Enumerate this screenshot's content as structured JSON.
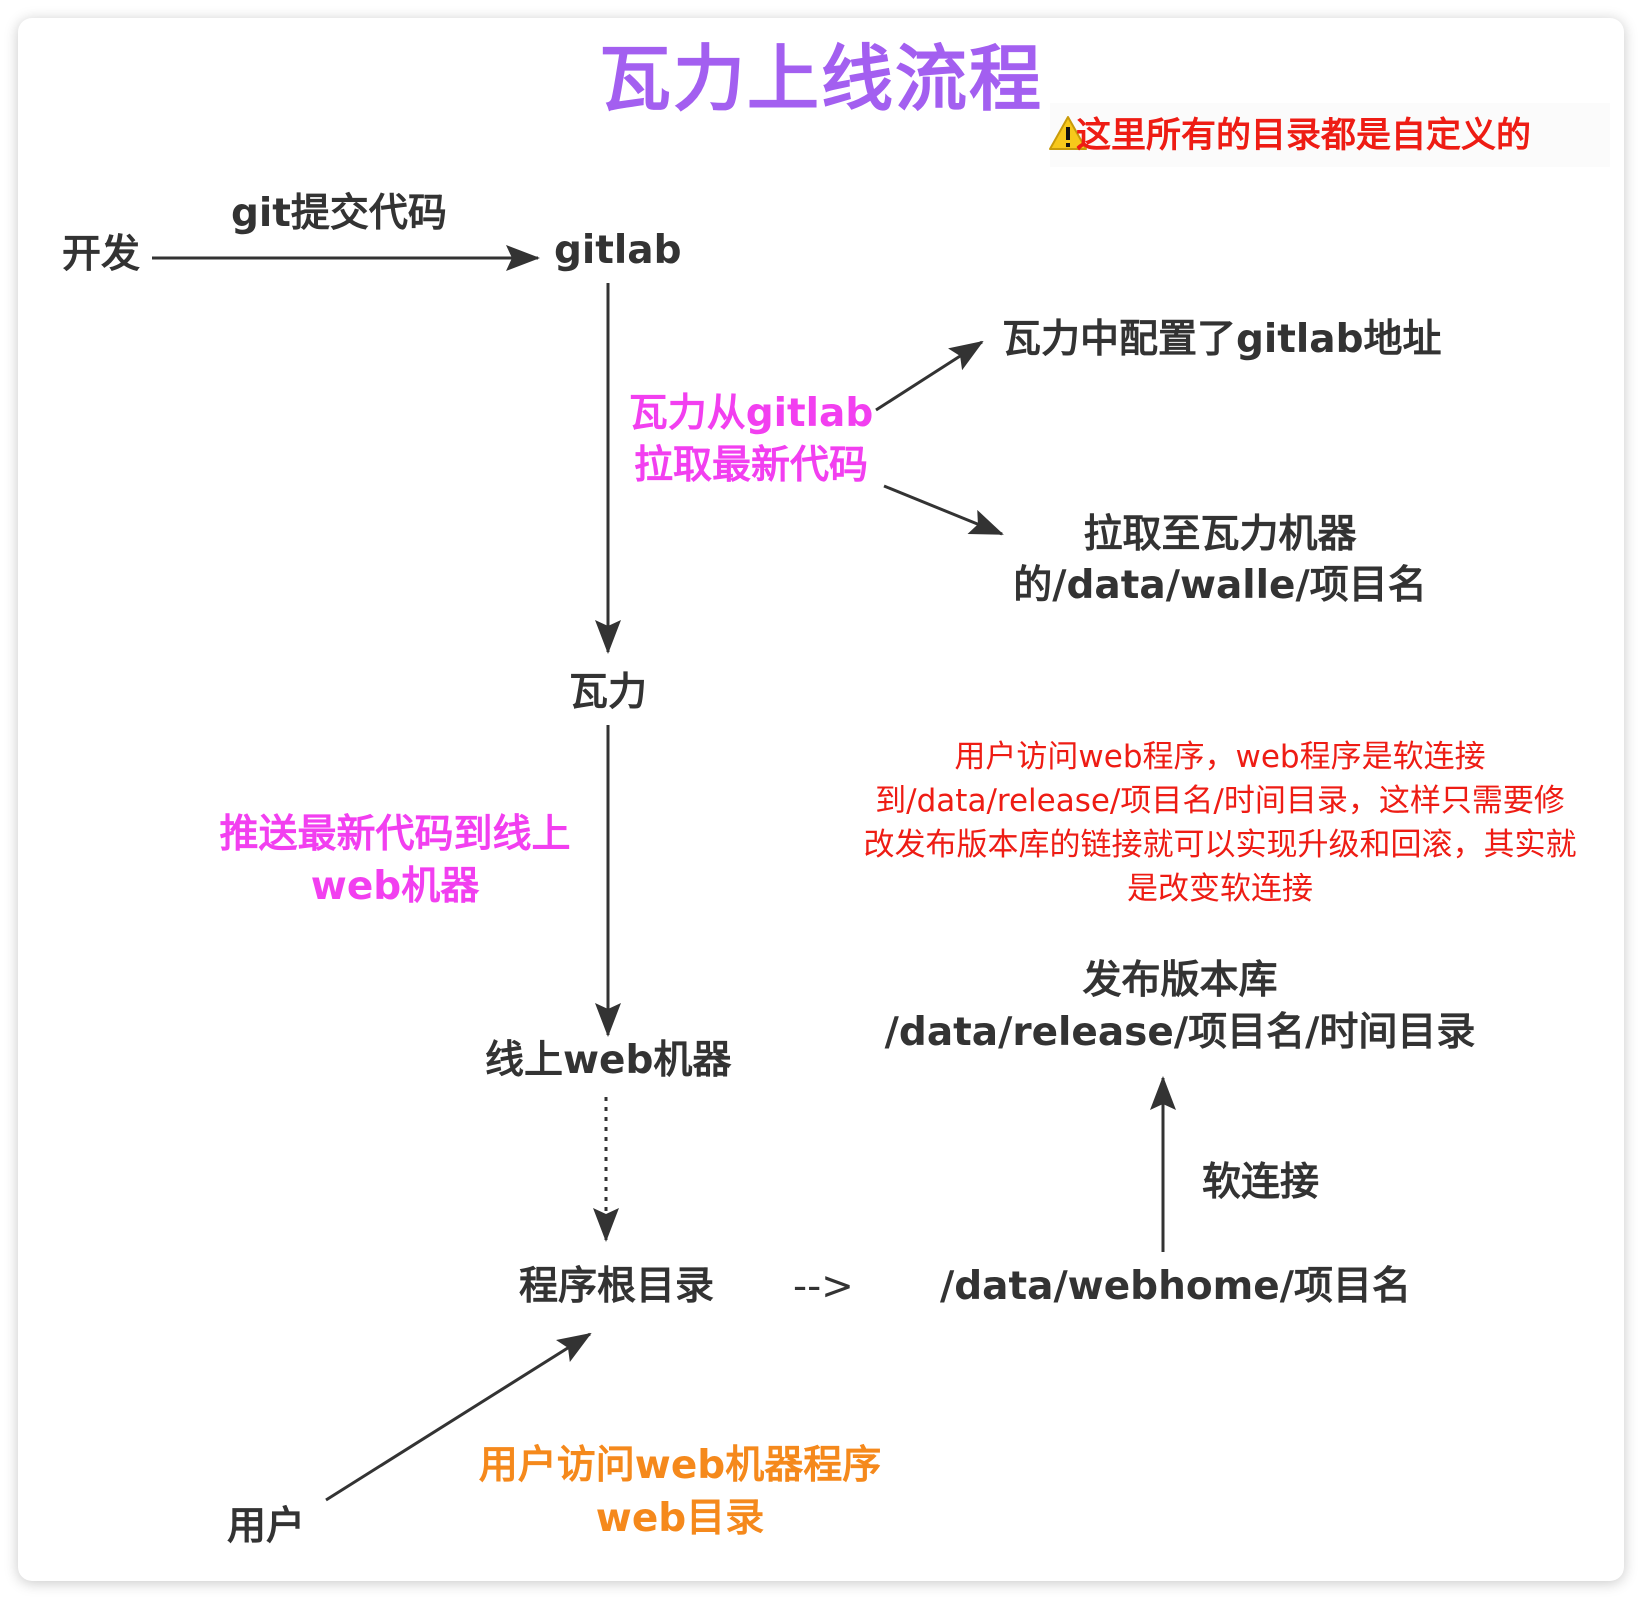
{
  "title": "瓦力上线流程",
  "notice": "这里所有的目录都是自定义的",
  "nodes": {
    "dev": "开发",
    "gitlab": "gitlab",
    "walle": "瓦力",
    "web_machine": "线上web机器",
    "app_root": "程序根目录",
    "webhome": "/data/webhome/项目名",
    "user": "用户",
    "config_gitlab": "瓦力中配置了gitlab地址",
    "pull_to_walle_line1": "拉取至瓦力机器",
    "pull_to_walle_line2": "的/data/walle/项目名",
    "release_line1": "发布版本库",
    "release_line2": "/data/release/项目名/时间目录"
  },
  "edge_labels": {
    "git_commit": "git提交代码",
    "walle_pull_line1": "瓦力从gitlab",
    "walle_pull_line2": "拉取最新代码",
    "push_line1": "推送最新代码到线上",
    "push_line2": "web机器",
    "dashed_arrow": "-->",
    "softlink": "软连接",
    "user_access_line1": "用户访问web机器程序",
    "user_access_line2": "web目录"
  },
  "red_note": "用户访问web程序，web程序是软连接到/data/release/项目名/时间目录，这样只需要修改发布版本库的链接就可以实现升级和回滚，其实就是改变软连接",
  "colors": {
    "title": "#a35ff0",
    "notice": "#ee1c14",
    "node_text": "#333333",
    "pink_label": "#f23ff0",
    "red_note": "#ee1c14",
    "orange_label": "#f5891c",
    "arrow": "#333333",
    "warning_fill": "#f7c81b"
  },
  "icons": {
    "warning": "warning-icon"
  }
}
